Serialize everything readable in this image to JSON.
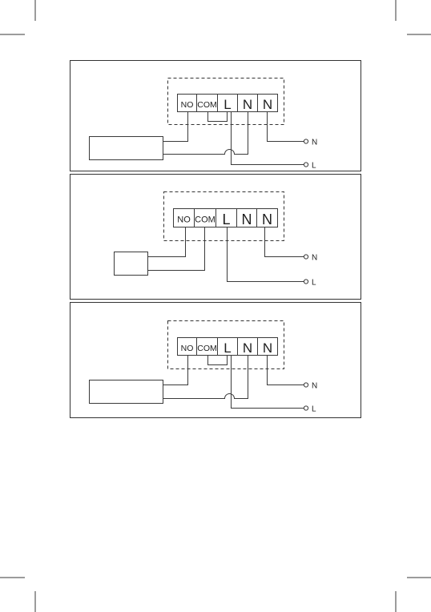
{
  "terminals": [
    "NO",
    "COM",
    "L",
    "N",
    "N"
  ],
  "supply_labels": {
    "neutral": "N",
    "live": "L"
  },
  "diagrams": [
    {
      "id": "diagram-1",
      "load_device": "",
      "bridge": "COM-L"
    },
    {
      "id": "diagram-2",
      "load_device": "",
      "bridge": "none"
    },
    {
      "id": "diagram-3",
      "load_device": "",
      "bridge": "COM-L"
    }
  ]
}
